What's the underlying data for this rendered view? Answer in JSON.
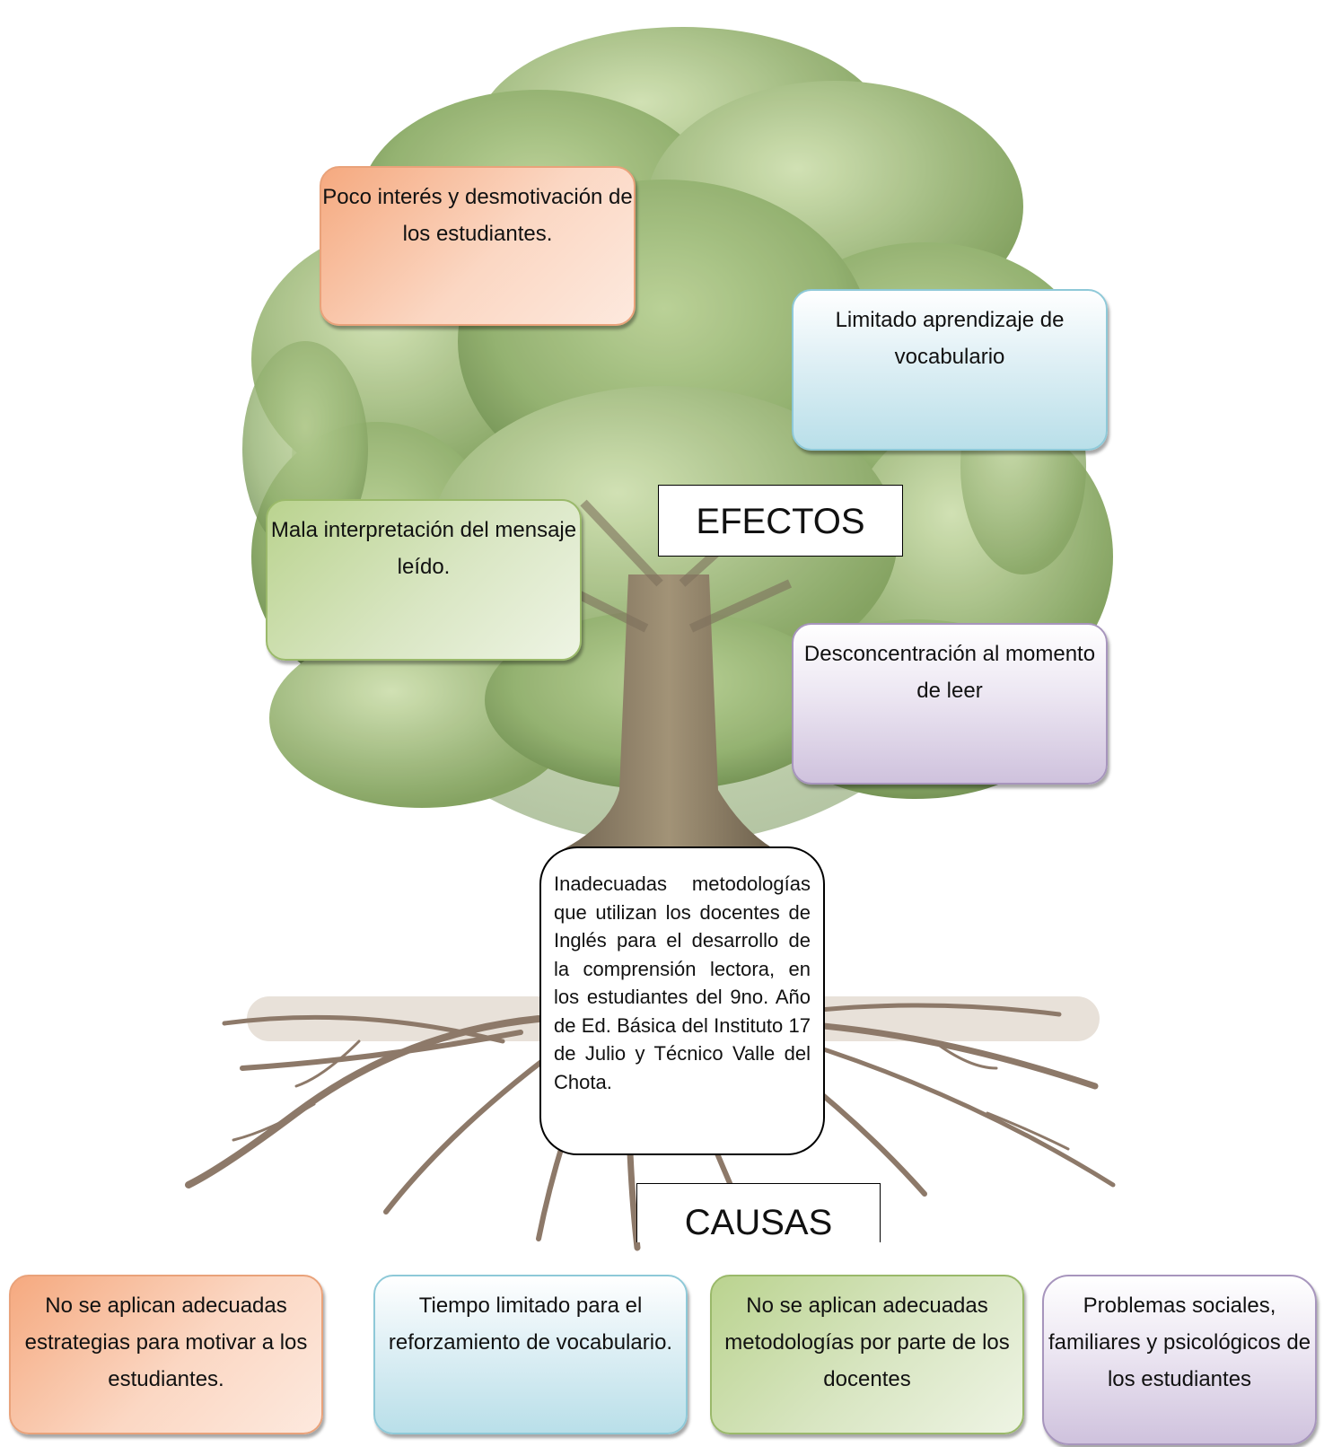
{
  "labels": {
    "efectos": "EFECTOS",
    "causas": "CAUSAS"
  },
  "effects": [
    {
      "text": "Poco interés y desmotivación de los estudiantes.",
      "color": "orange"
    },
    {
      "text": "Limitado aprendizaje de vocabulario",
      "color": "blue"
    },
    {
      "text": "Mala interpretación del mensaje leído.",
      "color": "green"
    },
    {
      "text": "Desconcentración al momento de leer",
      "color": "purple"
    }
  ],
  "problem": "Inadecuadas metodologías que utilizan los docentes de Inglés para el desarrollo de la comprensión lectora, en los estudiantes del 9no. Año de Ed. Básica del Instituto 17 de Julio y Técnico Valle del Chota.",
  "causes": [
    {
      "text": "No se aplican adecuadas estrategias para motivar a los estudiantes.",
      "color": "orange"
    },
    {
      "text": "Tiempo limitado para el reforzamiento de vocabulario.",
      "color": "blue"
    },
    {
      "text": "No se aplican adecuadas metodologías por parte de los docentes",
      "color": "green"
    },
    {
      "text": "Problemas sociales, familiares y psicológicos de los estudiantes",
      "color": "purple"
    }
  ],
  "colors": {
    "orange": "#f5a97f",
    "blue": "#b9dfe9",
    "green": "#bad38f",
    "purple": "#cfc2dd",
    "foliage": "#8fae6a",
    "trunk": "#8a7a60",
    "roots": "#7a6250"
  }
}
